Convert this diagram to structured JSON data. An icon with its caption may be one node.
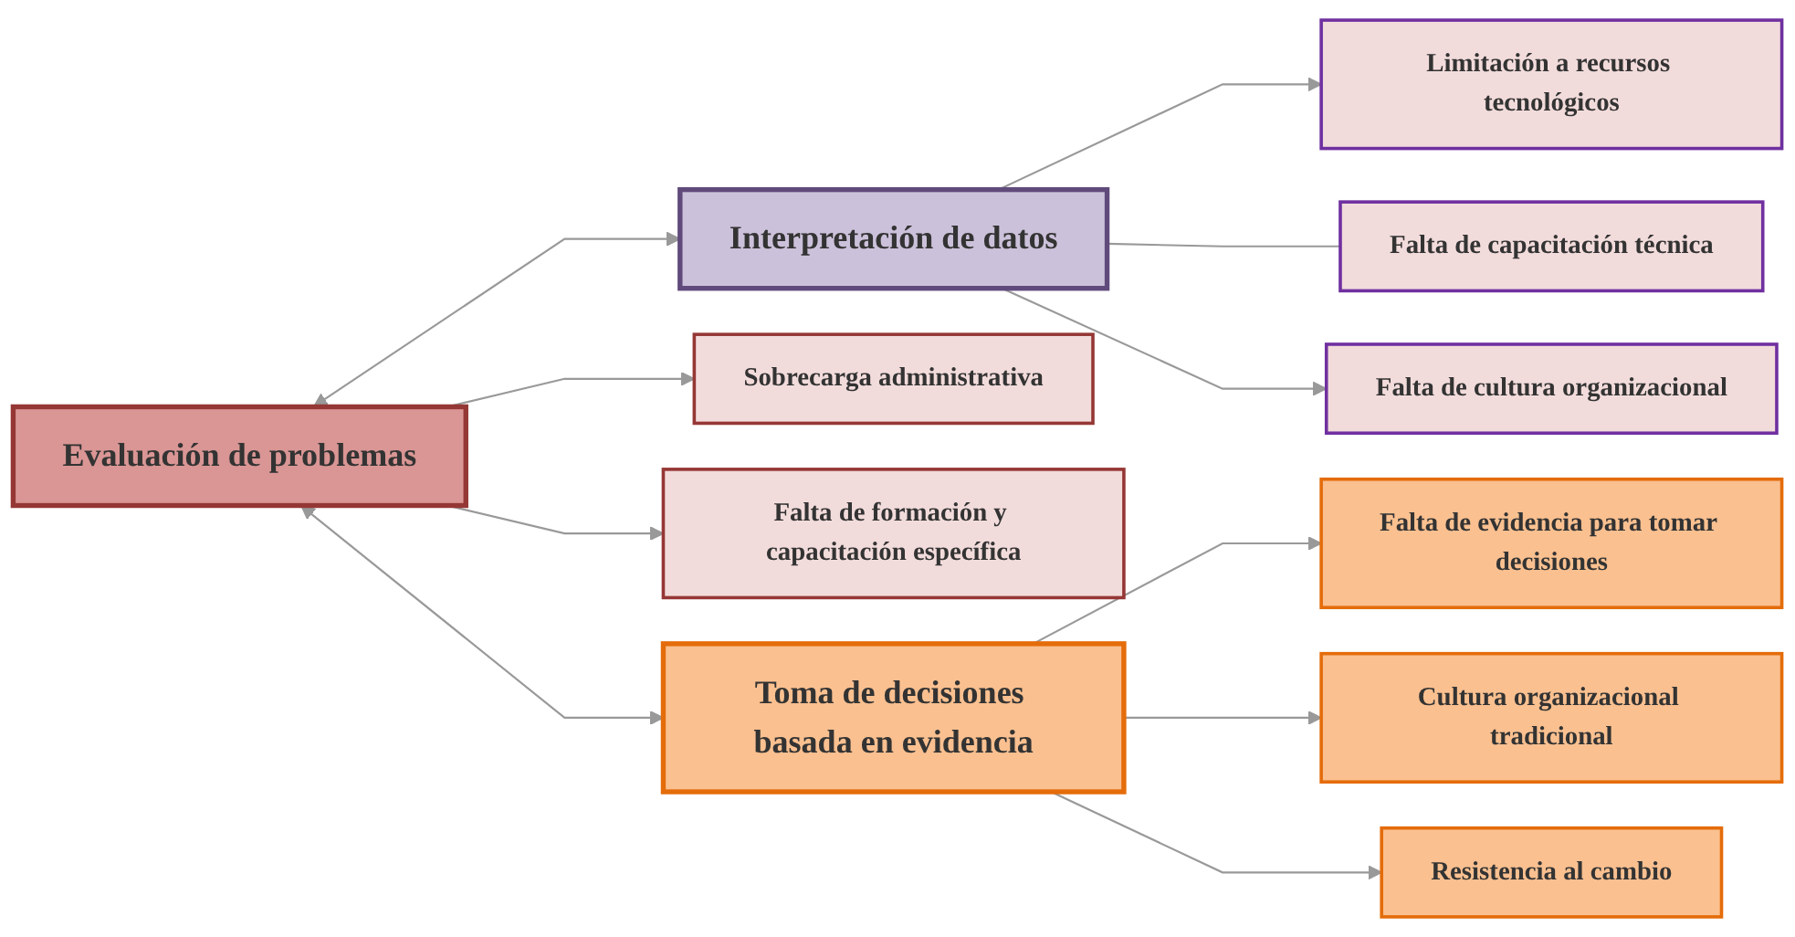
{
  "diagram": {
    "nodes": [
      {
        "text": [
          "Sobrecarga administrativa"
        ]
      },
      {
        "text": [
          "Falta de formación y capacitación específica"
        ]
      },
      {
        "text": [
          "Evaluación de problemas"
        ]
      },
      {
        "text": [
          "Interpretación de datos"
        ]
      },
      {
        "text": [
          "Limitación a recursos tecnológicos"
        ]
      },
      {
        "text": [
          "Falta de cultura organizacional"
        ]
      },
      {
        "text": [
          "Falta de capacitación técnica"
        ]
      },
      {
        "text": [
          "Toma de decisiones basada en evidencia"
        ]
      },
      {
        "text": [
          "Falta de evidencia para tomar decisiones"
        ]
      },
      {
        "text": [
          "Cultura organizacional tradicional"
        ]
      },
      {
        "text": [
          "Resistencia al cambio"
        ]
      }
    ],
    "edges": [
      {
        "from": 2,
        "to": 0,
        "arrow": "to"
      },
      {
        "from": 2,
        "to": 1,
        "arrow": "to"
      },
      {
        "from": 2,
        "to": 3,
        "arrow": "both"
      },
      {
        "from": 2,
        "to": 7,
        "arrow": "both"
      },
      {
        "from": 3,
        "to": 4,
        "arrow": "to"
      },
      {
        "from": 3,
        "to": 6,
        "arrow": "none"
      },
      {
        "from": 3,
        "to": 5,
        "arrow": "to"
      },
      {
        "from": 7,
        "to": 8,
        "arrow": "to"
      },
      {
        "from": 7,
        "to": 9,
        "arrow": "to"
      },
      {
        "from": 7,
        "to": 10,
        "arrow": "to"
      }
    ]
  }
}
